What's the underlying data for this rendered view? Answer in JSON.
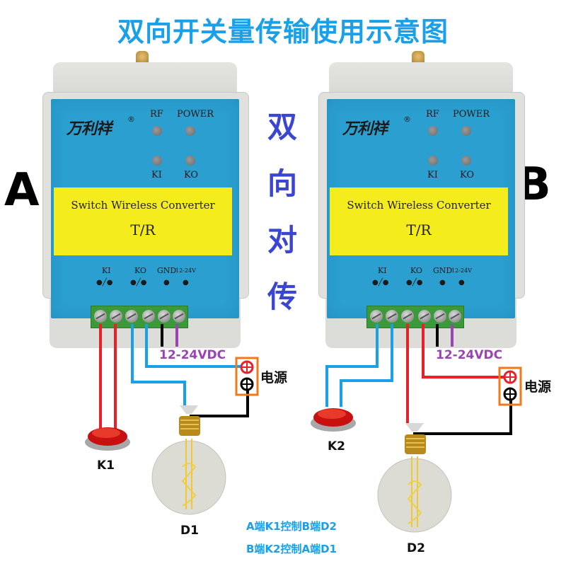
{
  "title": "双向开关量传输使用示意图",
  "center_vertical_text": [
    "双",
    "向",
    "对",
    "传"
  ],
  "sides": {
    "a": {
      "letter": "A"
    },
    "b": {
      "letter": "B"
    }
  },
  "device": {
    "brand": "万利祥",
    "registered_mark": "®",
    "leds": {
      "rf": "RF",
      "power": "POWER",
      "ki": "KI",
      "ko": "KO"
    },
    "product_name": "Switch Wireless Converter",
    "product_mode": "T/R",
    "terminals": {
      "ki": "KI",
      "ko": "KO",
      "gnd": "GND",
      "vin": "12-24V"
    }
  },
  "voltage_label": "12-24VDC",
  "power_supply_label": "电源",
  "components": {
    "k1": "K1",
    "k2": "K2",
    "d1": "D1",
    "d2": "D2"
  },
  "captions": [
    "A端K1控制B端D2",
    "B端K2控制A端D1"
  ],
  "colors": {
    "title_blue": "#1aa0e8",
    "vertical_text_blue": "#3a46d2",
    "panel_blue": "#2a9fd0",
    "label_yellow": "#f4ec1c",
    "wire_red": "#e8202a",
    "wire_blue": "#1aa0e8",
    "wire_black": "#000000",
    "wire_purple": "#9a44b4",
    "power_box_orange": "#f07a1a"
  }
}
